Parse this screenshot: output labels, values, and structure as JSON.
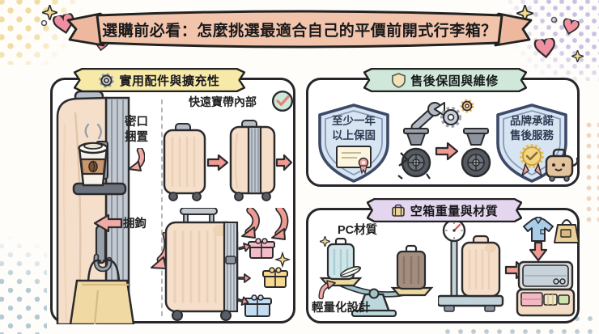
{
  "title_banner": {
    "text": "選購前必看：怎麼挑選最適合自己的平價前開式行李箱？"
  },
  "panels": {
    "accessories": {
      "header": "實用配件與擴充性",
      "quick_access_label": "快遠寶帶內部",
      "cup_holder_label": "密口捆置",
      "hook_label": "拥鉤"
    },
    "warranty": {
      "header": "售後保固與維修",
      "shield_left": {
        "line1": "至少一年",
        "line2": "以上保固"
      },
      "shield_right": {
        "line1": "品牌承諾",
        "line2": "售後服務"
      }
    },
    "weight": {
      "header": "空箱重量與材質",
      "material_label": "PC材質",
      "lightweight_label": "輕量化設計"
    }
  },
  "colors": {
    "ribbon_pink": "#f2c4ab",
    "header_yellow": "#f7e9a8",
    "header_mint": "#cfe8da",
    "header_lavender": "#e3d6ee",
    "suitcase_cream": "#f6dfca",
    "arrow_red": "#f09a92",
    "arrow_label_pink": "#f2aaa4",
    "shield_blue": "#d7e5f3",
    "check_green": "#cfe9d9"
  }
}
